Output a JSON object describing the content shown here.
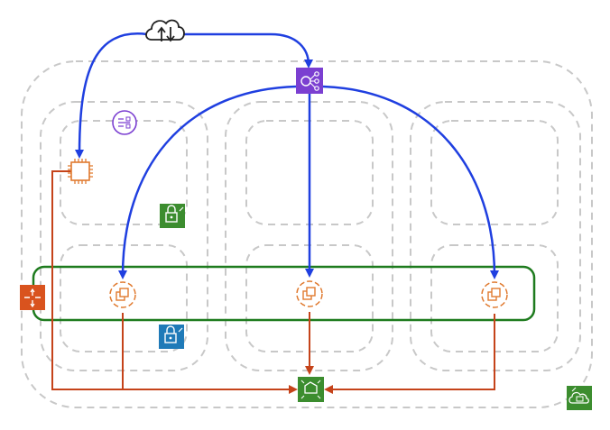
{
  "diagram": {
    "colors": {
      "dashed_group": "#c8c8c8",
      "blue_flow": "#1f3fe0",
      "orange_flow": "#c5431a",
      "target_group": "#1e7b1e",
      "lb_purple": "#7b3fd1",
      "ec2_orange": "#e07a2f",
      "green_service": "#3c8d2f",
      "blue_service": "#1f7ab8"
    },
    "icons": [
      {
        "id": "internet",
        "name": "internet-cloud-icon"
      },
      {
        "id": "load_balancer",
        "name": "load-balancer-icon"
      },
      {
        "id": "nat_gateway",
        "name": "nat-gateway-icon"
      },
      {
        "id": "bastion",
        "name": "ec2-instance-icon"
      },
      {
        "id": "security_green",
        "name": "private-subnet-lock-icon"
      },
      {
        "id": "security_blue",
        "name": "public-subnet-lock-icon"
      },
      {
        "id": "router",
        "name": "router-icon"
      },
      {
        "id": "instances",
        "name": "auto-scaling-instance-icon"
      },
      {
        "id": "efs",
        "name": "file-system-icon"
      },
      {
        "id": "vpc_cloud",
        "name": "vpc-cloud-lock-icon"
      }
    ]
  }
}
